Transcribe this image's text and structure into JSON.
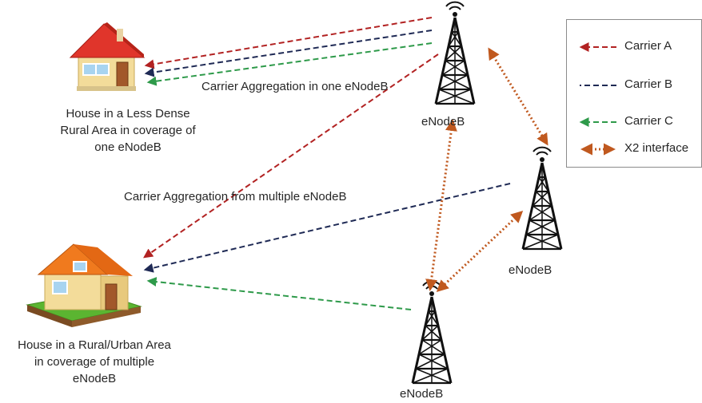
{
  "diagram": {
    "houses": {
      "rural_label_lines": [
        "House in a Less Dense",
        "Rural Area in coverage of",
        "one eNodeB"
      ],
      "urban_label_lines": [
        "House in a Rural/Urban Area",
        "in coverage of multiple",
        "eNodeB"
      ]
    },
    "towers": [
      {
        "name": "tower-top",
        "label": "eNodeB"
      },
      {
        "name": "tower-right",
        "label": "eNodeB"
      },
      {
        "name": "tower-bottom",
        "label": "eNodeB"
      }
    ],
    "annotations": {
      "single": "Carrier Aggregation in one eNodeB",
      "multiple": "Carrier Aggregation from multiple eNodeB"
    },
    "legend": [
      {
        "label": "Carrier A",
        "style": "dashed",
        "color": "#b22222"
      },
      {
        "label": "Carrier B",
        "style": "dashed",
        "color": "#1f2a55"
      },
      {
        "label": "Carrier C",
        "style": "dashed",
        "color": "#2e9a4a"
      },
      {
        "label": "X2 interface",
        "style": "dotted",
        "color": "#c0591f"
      }
    ],
    "colors": {
      "carrier_a": "#b22222",
      "carrier_b": "#1f2a55",
      "carrier_c": "#2e9a4a",
      "x2": "#c0591f",
      "tower": "#111111",
      "roof_rural": "#e0352b",
      "roof_urban": "#f07a1e",
      "wall": "#f3dc9a",
      "grass": "#5bb531"
    }
  }
}
